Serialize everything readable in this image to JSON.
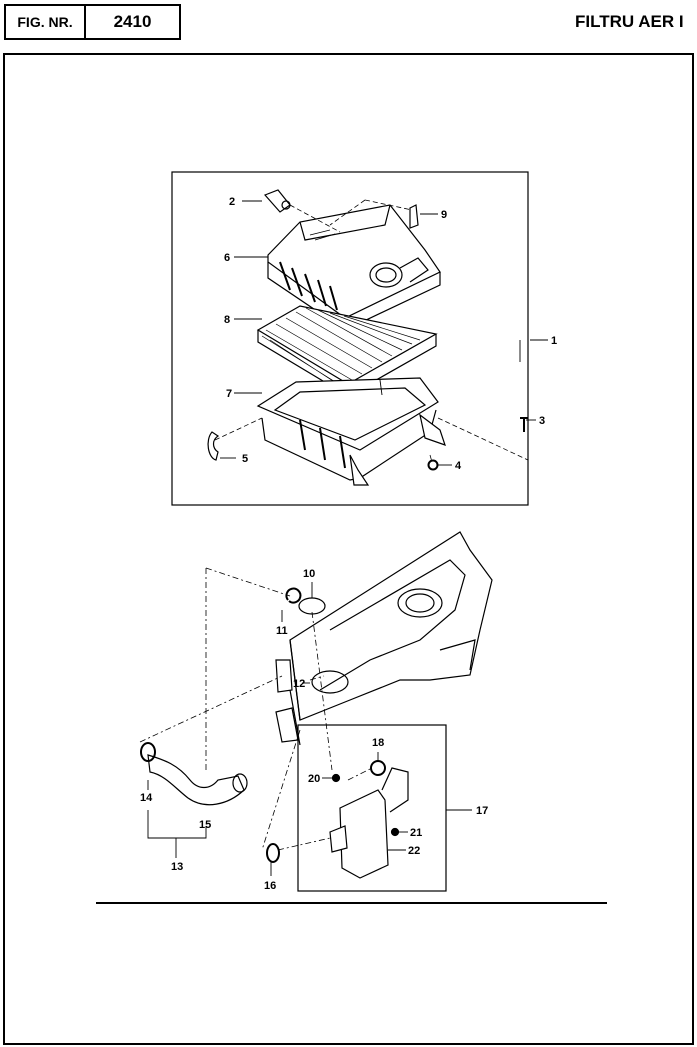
{
  "header": {
    "fig_label": "FIG. NR.",
    "fig_number": "2410",
    "title": "FILTRU AER I"
  },
  "callouts": [
    "1",
    "2",
    "3",
    "4",
    "5",
    "6",
    "7",
    "8",
    "9",
    "10",
    "11",
    "12",
    "13",
    "14",
    "15",
    "16",
    "17",
    "18",
    "20",
    "21",
    "22"
  ],
  "colors": {
    "ink": "#000000",
    "paper": "#ffffff"
  }
}
